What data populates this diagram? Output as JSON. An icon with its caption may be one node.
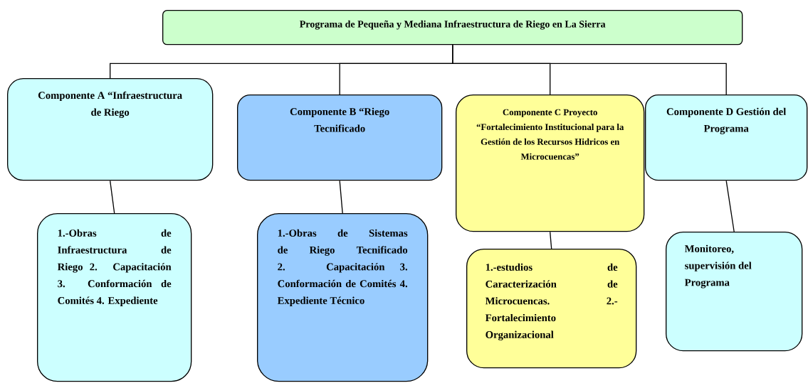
{
  "diagram": {
    "nodes": [
      {
        "text": [
          "Programa de Pequeña y Mediana Infraestructura de Riego en La Sierra"
        ]
      },
      {
        "text": [
          "Componente A “Infraestructura de Riego"
        ]
      },
      {
        "text": [
          "Componente B “Riego Tecnificado"
        ]
      },
      {
        "text": [
          "Componente C Proyecto “Fortalecimiento Institucional para la Gestión de los Recursos Hidricos en Microcuencas”"
        ]
      },
      {
        "text": [
          "Componente D Gestión del Programa"
        ]
      },
      {
        "text": [
          "1.-Obras de Infraestructura de Riego 2. Capacitación 3. Conformación de Comités 4. Expediente"
        ]
      },
      {
        "text": [
          "1.-Obras de Sistemas de Riego Tecnificado 2. Capacitación 3. Conformación de Comités 4. Expediente Técnico"
        ]
      },
      {
        "text": [
          "1.-estudios de Caracterización de Microcuencas. 2.-Fortalecimiento Organizacional"
        ]
      },
      {
        "text": [
          "Monitoreo, supervisión del Programa"
        ]
      }
    ],
    "edges": [
      {
        "from": 0,
        "to": 1,
        "arrow": "none"
      },
      {
        "from": 0,
        "to": 2,
        "arrow": "none"
      },
      {
        "from": 0,
        "to": 3,
        "arrow": "none"
      },
      {
        "from": 0,
        "to": 4,
        "arrow": "none"
      },
      {
        "from": 1,
        "to": 5,
        "arrow": "none"
      },
      {
        "from": 2,
        "to": 6,
        "arrow": "none"
      },
      {
        "from": 3,
        "to": 7,
        "arrow": "none"
      },
      {
        "from": 4,
        "to": 8,
        "arrow": "none"
      }
    ]
  }
}
